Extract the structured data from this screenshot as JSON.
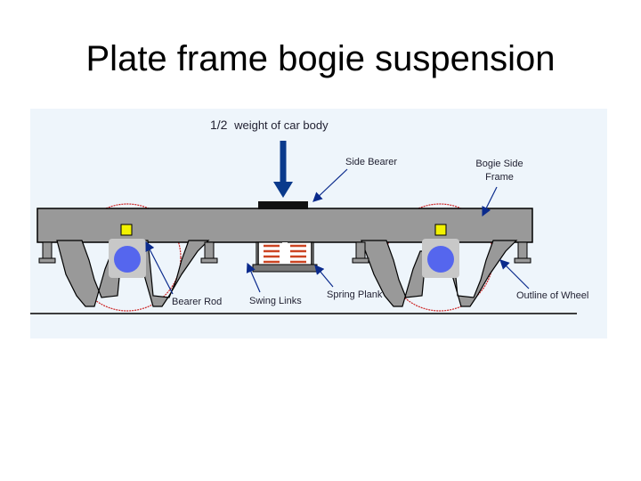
{
  "slide": {
    "title": "Plate frame bogie suspension"
  },
  "diagram": {
    "load_label_fraction": "1/2",
    "load_label_rest": "weight of car body",
    "labels": {
      "side_bearer": "Side Bearer",
      "bogie_side_frame_line1": "Bogie Side",
      "bogie_side_frame_line2": "Frame",
      "bearer_rod": "Bearer Rod",
      "swing_links": "Swing Links",
      "spring_plank": "Spring Plank",
      "outline_of_wheel": "Outline of Wheel"
    },
    "colors": {
      "panel_background": "#eef5fb",
      "frame_fill": "#999999",
      "frame_outline": "#000000",
      "axle_box": "#c8c8c8",
      "axle": "#5566ee",
      "bearer_block": "#f2f200",
      "load_arrow": "#0a3a8c",
      "wheel_outline": "#cc2222",
      "spring_coil": "#cc4422",
      "label_text": "#222233",
      "pointer_line": "#0a2a8c"
    }
  }
}
